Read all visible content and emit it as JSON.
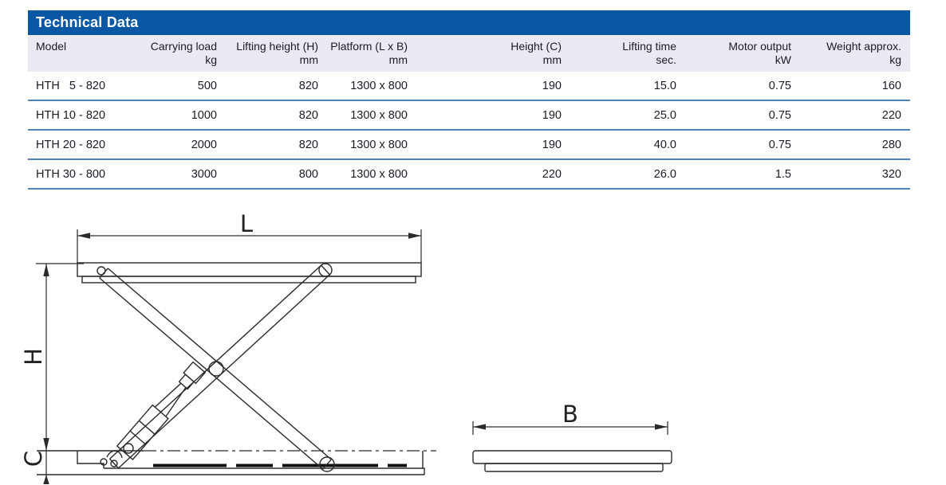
{
  "table": {
    "title": "Technical Data",
    "columns": [
      {
        "label": "Model",
        "unit": ""
      },
      {
        "label": "Carrying load",
        "unit": "kg"
      },
      {
        "label": "Lifting height (H)",
        "unit": "mm"
      },
      {
        "label": "Platform (L x B)",
        "unit": "mm"
      },
      {
        "label": "Height (C)",
        "unit": "mm"
      },
      {
        "label": "Lifting time",
        "unit": "sec."
      },
      {
        "label": "Motor output",
        "unit": "kW"
      },
      {
        "label": "Weight approx.",
        "unit": "kg"
      }
    ],
    "rows": [
      {
        "model": "HTH   5 - 820",
        "carrying_load": "500",
        "lifting_height": "820",
        "platform": "1300 x 800",
        "height_c": "190",
        "lifting_time": "15.0",
        "motor_output": "0.75",
        "weight": "160"
      },
      {
        "model": "HTH 10 - 820",
        "carrying_load": "1000",
        "lifting_height": "820",
        "platform": "1300 x 800",
        "height_c": "190",
        "lifting_time": "25.0",
        "motor_output": "0.75",
        "weight": "220"
      },
      {
        "model": "HTH 20 - 820",
        "carrying_load": "2000",
        "lifting_height": "820",
        "platform": "1300 x 800",
        "height_c": "190",
        "lifting_time": "40.0",
        "motor_output": "0.75",
        "weight": "280"
      },
      {
        "model": "HTH 30 - 800",
        "carrying_load": "3000",
        "lifting_height": "800",
        "platform": "1300 x 800",
        "height_c": "220",
        "lifting_time": "26.0",
        "motor_output": "1.5",
        "weight": "320"
      }
    ]
  },
  "diagram": {
    "side_view": {
      "length_label": "L",
      "height_label": "H",
      "closed_height_label": "C"
    },
    "end_view": {
      "width_label": "B"
    }
  },
  "colors": {
    "title_bar_bg": "#0a57a4",
    "title_text": "#ffffff",
    "header_band_bg": "#e9eaf2",
    "row_divider": "#4d84b8",
    "body_text": "#1b1b26",
    "drawing_line": "#2a2a2a"
  }
}
